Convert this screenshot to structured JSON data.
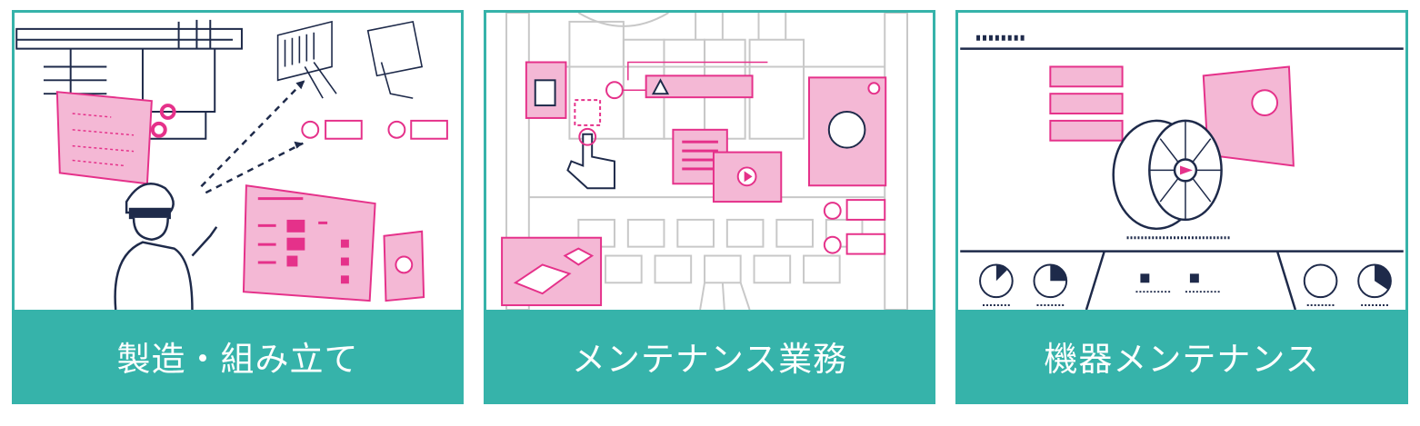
{
  "panels": [
    {
      "caption": "製造・組み立て"
    },
    {
      "caption": "メンテナンス業務"
    },
    {
      "caption": "機器メンテナンス"
    }
  ],
  "colors": {
    "accent": "#e5318a",
    "teal": "#36b3aa",
    "navy": "#1e2a4a",
    "pink_fill": "#f4b8d5",
    "grey_line": "#c8c8c8"
  },
  "icons": [
    "worker-icon",
    "flow-arrow-icon",
    "warning-icon",
    "touch-hand-icon",
    "play-icon",
    "building-icon",
    "person-card-icon",
    "fan-engine-icon",
    "gauge-icon"
  ]
}
